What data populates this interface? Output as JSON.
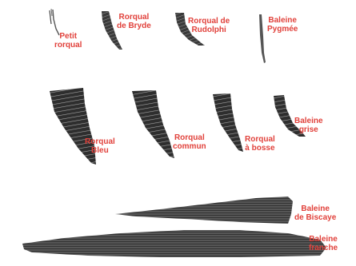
{
  "labels": {
    "petit_rorqual": {
      "line1": "Petit",
      "line2": "rorqual"
    },
    "rorqual_de_bryde": {
      "line1": "Rorqual",
      "line2": "de Bryde"
    },
    "rorqual_de_rudolphi": {
      "line1": "Rorqual de",
      "line2": "Rudolphi"
    },
    "baleine_pygmee": {
      "line1": "Baleine",
      "line2": "Pygmée"
    },
    "rorqual_bleu": {
      "line1": "Rorqual",
      "line2": "Bleu"
    },
    "rorqual_commun": {
      "line1": "Rorqual",
      "line2": "commun"
    },
    "rorqual_a_bosse": {
      "line1": "Rorqual",
      "line2": "à bosse"
    },
    "baleine_grise": {
      "line1": "Baleine",
      "line2": "grise"
    },
    "baleine_de_biscaye": {
      "line1": "Baleine",
      "line2": "de Biscaye"
    },
    "baleine_franche": {
      "line1": "Baleine",
      "line2": "franche"
    }
  },
  "colors": {
    "label": "#e1413b",
    "baleen_dark": "#2b2b2b",
    "baleen_mid": "#6f6f6f",
    "background": "#ffffff"
  }
}
